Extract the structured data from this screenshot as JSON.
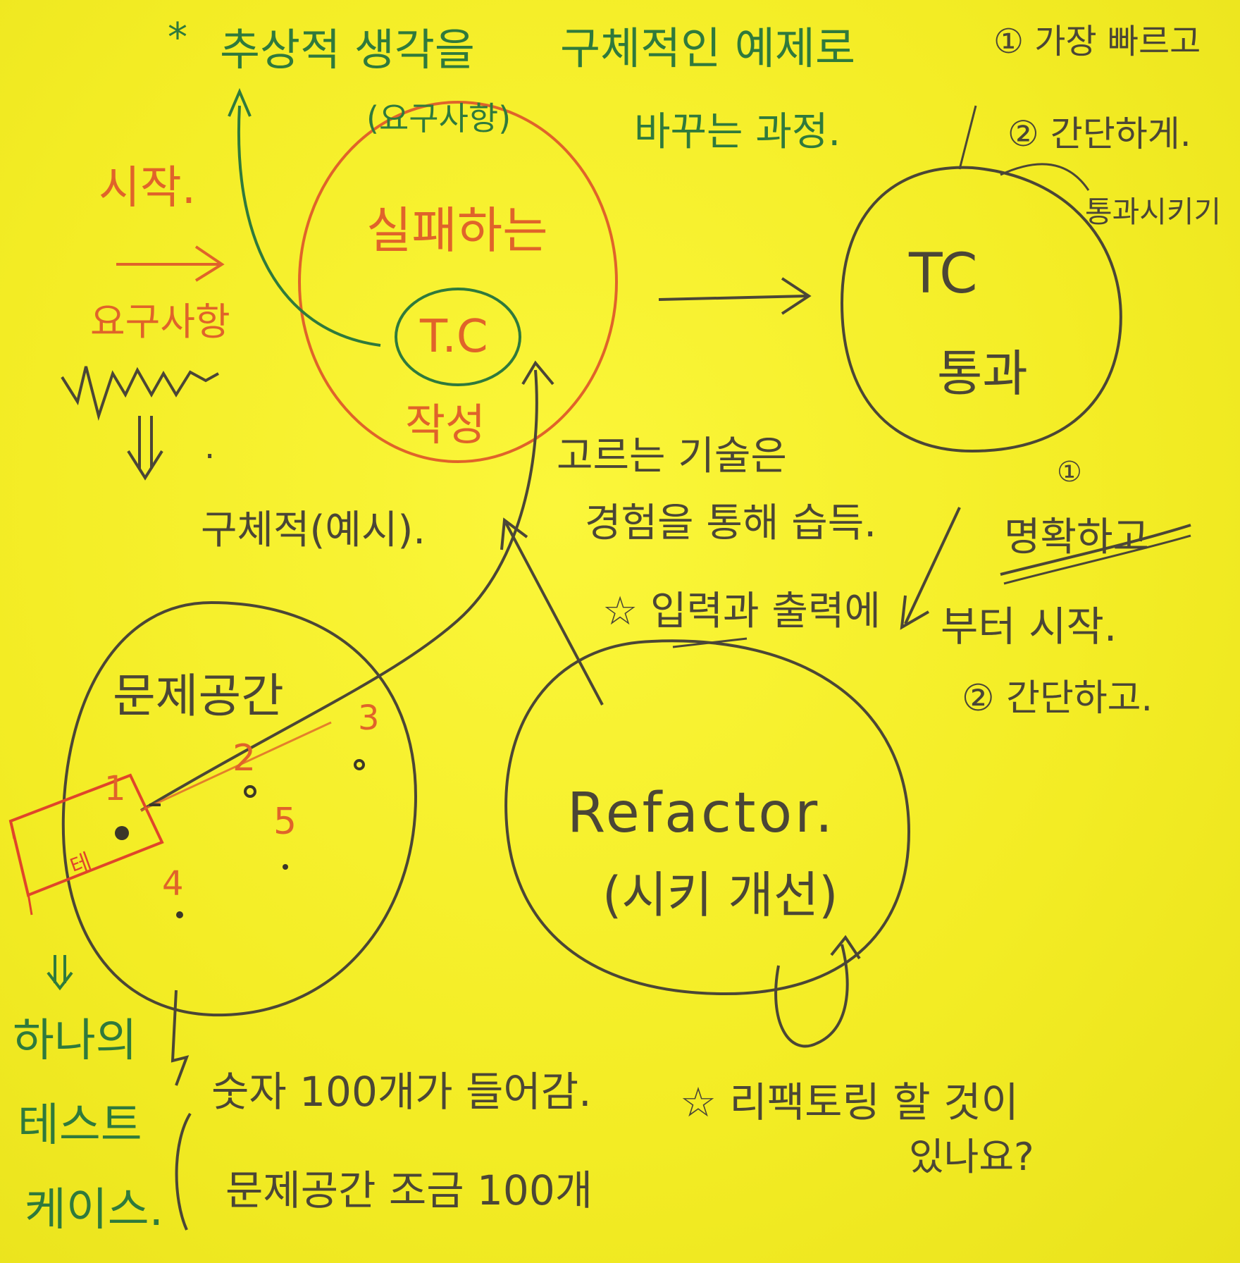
{
  "notes": {
    "top_star": "*",
    "top_line1": "추상적 생각을",
    "top_line1b": "구체적인 예제로",
    "top_paren": "(요구사항)",
    "top_line2": "바꾸는 과정.",
    "left_sijak": "시작.",
    "left_yoguchang": "요구사항",
    "left_down": "⇓",
    "left_dot": ".",
    "red_circle_top": "실패하는",
    "red_circle_tc": "T.C",
    "red_circle_bottom": "작성",
    "tc_pass_1": "TC",
    "tc_pass_2": "통과",
    "right_1a": "① 가장 빠르고",
    "right_1b": "② 간단하게.",
    "right_1c": "통과시키기",
    "center_skill_1": "고르는 기술은",
    "center_skill_2": "경험을 통해 습득.",
    "right_num": "①",
    "right_2a": "명확하고",
    "right_2b": "부터 시작.",
    "right_2c": "② 간단하고.",
    "center_io": "☆ 입력과 출력에",
    "gu_che": "구체적(예시).",
    "prob_space": "문제공간",
    "marks": [
      "1",
      "2",
      "3",
      "4",
      "5"
    ],
    "red_box_label": "테",
    "refactor_1": "Refactor.",
    "refactor_2": "(시키 개선)",
    "bottom_left_down": "⇓",
    "bottom_left_1": "하나의",
    "bottom_left_2": "테스트",
    "bottom_left_3": "케이스.",
    "bottom_1": "숫자 100개가 들어감.",
    "bottom_2": "문제공간 조금 100개",
    "bottom_star": "☆ 리팩토링 할 것이",
    "bottom_star_2": "있나요?"
  },
  "colors": {
    "paper": "#f4ee2a",
    "green_ink": "#2f7a3c",
    "orange_ink": "#e0632a",
    "graphite": "#4b4636",
    "red_ink": "#e0452a"
  }
}
